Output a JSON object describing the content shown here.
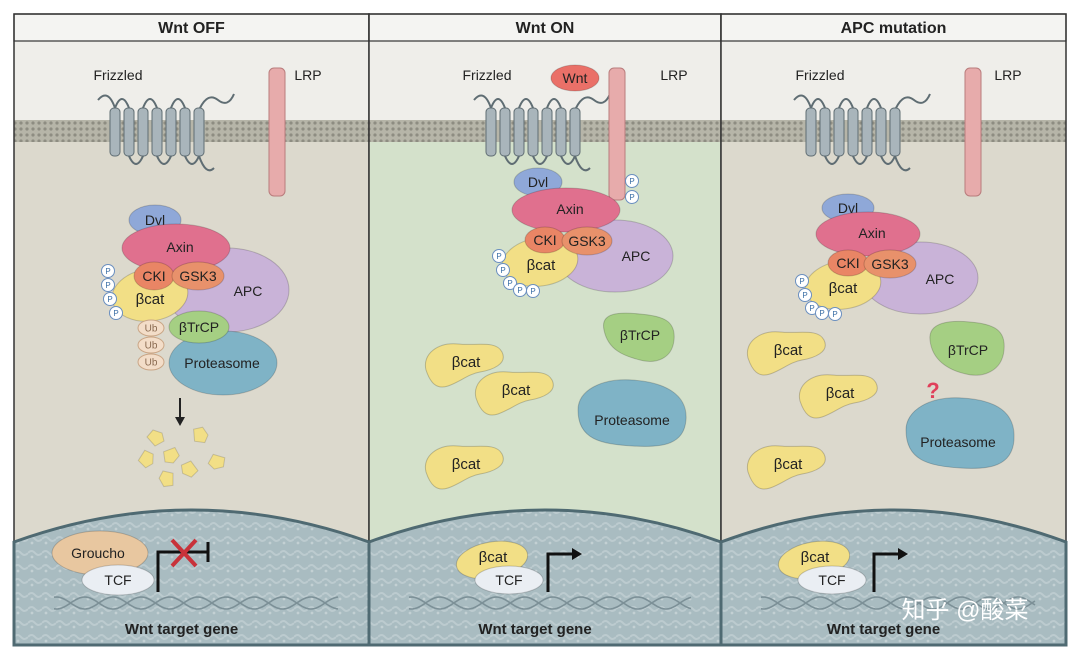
{
  "panels": [
    {
      "id": "wnt-off",
      "header": "Wnt OFF",
      "labels": {
        "frizzled": "Frizzled",
        "lrp": "LRP",
        "gene": "Wnt target gene"
      },
      "complex": {
        "dvl": "Dvl",
        "axin": "Axin",
        "cki": "CKI",
        "gsk3": "GSK3",
        "bcat": "βcat",
        "apc": "APC",
        "btrcp": "βTrCP",
        "proteasome": "Proteasome"
      },
      "phospho": "P",
      "ubiquitin": "Ub",
      "nucleus": {
        "groucho": "Groucho",
        "tcf": "TCF"
      }
    },
    {
      "id": "wnt-on",
      "header": "Wnt ON",
      "labels": {
        "frizzled": "Frizzled",
        "lrp": "LRP",
        "wnt": "Wnt",
        "gene": "Wnt target gene"
      },
      "complex": {
        "dvl": "Dvl",
        "axin": "Axin",
        "cki": "CKI",
        "gsk3": "GSK3",
        "bcat": "βcat",
        "apc": "APC"
      },
      "phospho": "P",
      "free": {
        "btrcp": "βTrCP",
        "proteasome": "Proteasome",
        "bcat": "βcat"
      },
      "nucleus": {
        "bcat": "βcat",
        "tcf": "TCF"
      }
    },
    {
      "id": "apc-mutation",
      "header": "APC mutation",
      "labels": {
        "frizzled": "Frizzled",
        "lrp": "LRP",
        "gene": "Wnt target gene"
      },
      "complex": {
        "dvl": "Dvl",
        "axin": "Axin",
        "cki": "CKI",
        "gsk3": "GSK3",
        "bcat": "βcat",
        "apc": "APC"
      },
      "phospho": "P",
      "free": {
        "btrcp": "βTrCP",
        "proteasome": "Proteasome",
        "bcat": "βcat",
        "question": "?"
      },
      "nucleus": {
        "bcat": "βcat",
        "tcf": "TCF"
      }
    }
  ],
  "watermark": "知乎 @酸菜",
  "colors": {
    "cytoplasm_off": "#dcd9cd",
    "cytoplasm_on": "#d4e1cb",
    "membrane": "#b9b9ad",
    "nucleus": "#a9bcc1",
    "dvl": "#8fa8d8",
    "axin": "#e0708e",
    "cki": "#e98565",
    "gsk3": "#e8916b",
    "bcat": "#f2df86",
    "apc": "#c9b3d8",
    "btrcp": "#a5cf83",
    "proteasome": "#7fb3c6",
    "groucho": "#e8c7a0",
    "tcf": "#eaeef3",
    "wnt": "#ea7068",
    "lrp": "#e7abab",
    "inhibit_x": "#c8323a"
  }
}
